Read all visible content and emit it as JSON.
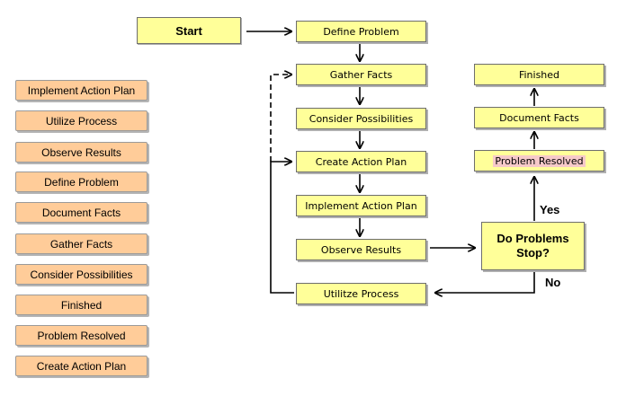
{
  "draggable_items": [
    "Implement Action Plan",
    "Utilize Process",
    "Observe Results",
    "Define Problem",
    "Document Facts",
    "Gather Facts",
    "Consider Possibilities",
    "Finished",
    "Problem Resolved",
    "Create Action Plan"
  ],
  "flowchart": {
    "start": "Start",
    "define_problem": "Define Problem",
    "gather_facts": "Gather Facts",
    "consider_possibilities": "Consider Possibilities",
    "create_action_plan": "Create Action Plan",
    "implement_action_plan": "Implement Action Plan",
    "observe_results": "Observe Results",
    "decision_line1": "Do Problems",
    "decision_line2": "Stop?",
    "utilize_process": "Utilitze Process",
    "problem_resolved": "Problem Resolved",
    "document_facts": "Document Facts",
    "finished": "Finished",
    "yes_label": "Yes",
    "no_label": "No"
  },
  "colors": {
    "draggable_fill": "#ffcc99",
    "node_fill": "#ffff99",
    "highlight": "#f6c9c9"
  }
}
